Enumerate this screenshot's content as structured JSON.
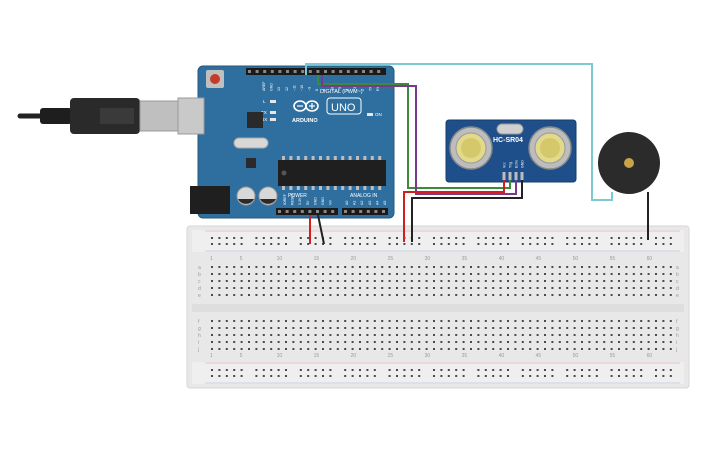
{
  "board": {
    "brand": "ARDUINO",
    "model": "UNO",
    "digital_label": "DIGITAL (PWM~)",
    "power_label": "POWER",
    "analog_label": "ANALOG IN",
    "on_label": "ON",
    "l_label": "L",
    "tx_label": "TX",
    "rx_label": "RX",
    "header_top_labels": [
      "AREF",
      "GND",
      "13",
      "12",
      "~11",
      "~10",
      "~9",
      "8",
      "7",
      "~6",
      "~5",
      "4",
      "~3",
      "2",
      "TX 1",
      "RX 0"
    ],
    "header_power_labels": [
      "IOREF",
      "RESET",
      "3.3V",
      "5V",
      "GND",
      "GND",
      "Vin"
    ],
    "header_analog_labels": [
      "A0",
      "A1",
      "A2",
      "A3",
      "A4",
      "A5"
    ]
  },
  "sensor": {
    "name": "HC-SR04",
    "pins": [
      "Vcc",
      "Trig",
      "Echo",
      "GND"
    ]
  },
  "breadboard": {
    "column_numbers": [
      "1",
      "5",
      "10",
      "15",
      "20",
      "25",
      "30",
      "35",
      "40",
      "45",
      "50",
      "55",
      "60"
    ],
    "row_letters_top": [
      "a",
      "b",
      "c",
      "d",
      "e"
    ],
    "row_letters_bottom": [
      "f",
      "g",
      "h",
      "i",
      "j"
    ]
  },
  "colors": {
    "board": "#2f6f9f",
    "sensor": "#1f4f8a",
    "breadboard": "#e9e9e9",
    "wire_cyan": "#7ccad6",
    "wire_green": "#3a8c3a",
    "wire_purple": "#7a3a8c",
    "wire_black": "#222222",
    "wire_red": "#d11f1f",
    "buzzer": "#2b2b2b"
  },
  "components": {
    "usb_cable": "usb-cable-icon",
    "buzzer": "piezo-buzzer-icon",
    "chip": "microcontroller-chip-icon"
  }
}
